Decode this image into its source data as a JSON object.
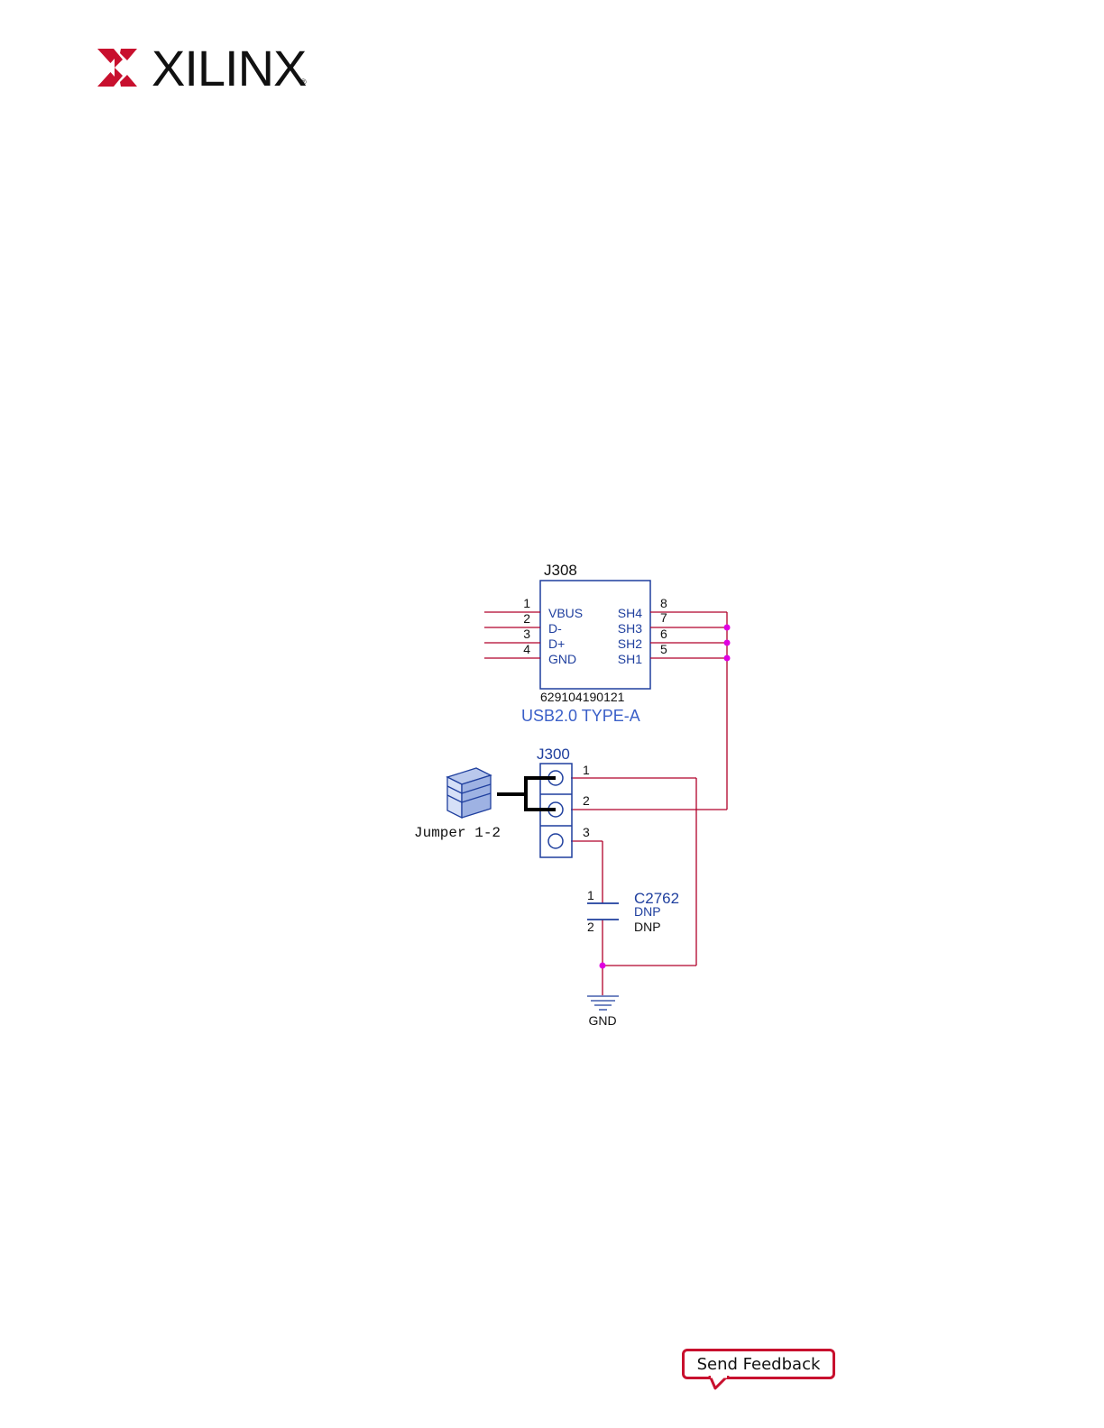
{
  "header": {
    "brand": "XILINX",
    "registered_mark": "®"
  },
  "schematic": {
    "connector": {
      "ref": "J308",
      "part_number": "629104190121",
      "description": "USB2.0 TYPE-A",
      "left_pins": [
        {
          "num": "1",
          "name": "VBUS"
        },
        {
          "num": "2",
          "name": "D-"
        },
        {
          "num": "3",
          "name": "D+"
        },
        {
          "num": "4",
          "name": "GND"
        }
      ],
      "right_pins": [
        {
          "num": "8",
          "name": "SH4"
        },
        {
          "num": "7",
          "name": "SH3"
        },
        {
          "num": "6",
          "name": "SH2"
        },
        {
          "num": "5",
          "name": "SH1"
        }
      ]
    },
    "header": {
      "ref": "J300",
      "pins": [
        "1",
        "2",
        "3"
      ],
      "jumper_label": "Jumper 1-2"
    },
    "capacitor": {
      "ref": "C2762",
      "value": "DNP",
      "note": "DNP",
      "pins": [
        "1",
        "2"
      ]
    },
    "ground_label": "GND"
  },
  "footer": {
    "feedback_label": "Send Feedback"
  },
  "colors": {
    "brand_red": "#c8102e",
    "wire": "#b0002a",
    "component": "#1f3f9e",
    "junction": "#e000e0"
  }
}
